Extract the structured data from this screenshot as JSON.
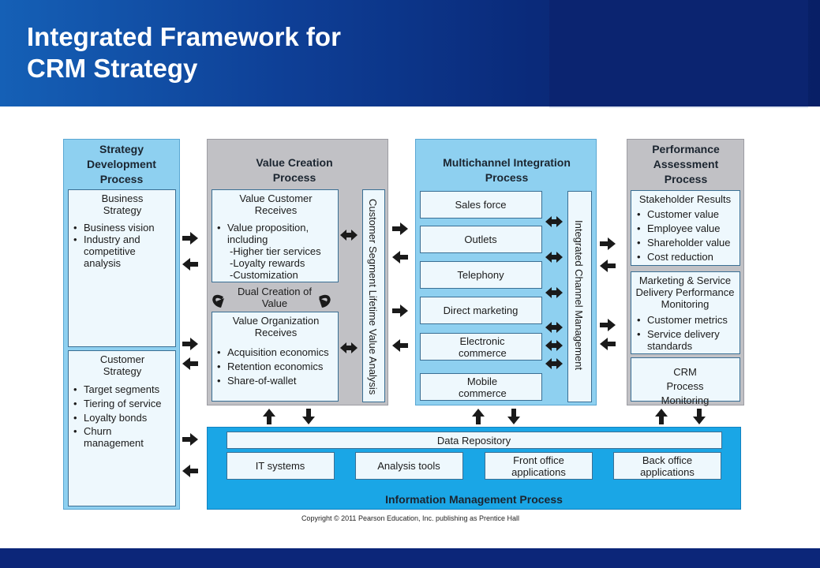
{
  "title_line1": "Integrated Framework for",
  "title_line2": "CRM Strategy",
  "strategy": {
    "heading": "Strategy Development Process",
    "business_title": "Business Strategy",
    "business_items": [
      "Business vision",
      "Industry and competitive analysis"
    ],
    "customer_title": "Customer Strategy",
    "customer_items": [
      "Target segments",
      "Tiering of service",
      "Loyalty bonds",
      "Churn management"
    ]
  },
  "value": {
    "heading": "Value Creation Process",
    "customer_receives_title": "Value Customer Receives",
    "customer_receives_item": "Value proposition, including",
    "customer_receives_sub": [
      "-Higher tier services",
      "-Loyalty rewards",
      "-Customization"
    ],
    "dual_creation": "Dual Creation of Value",
    "organization_title": "Value Organization Receives",
    "organization_items": [
      "Acquisition economics",
      "Retention economics",
      "Share-of-wallet"
    ],
    "vertical_label": "Customer Segment Lifetime Value Analysis"
  },
  "multichannel": {
    "heading": "Multichannel Integration Process",
    "channels": [
      "Sales force",
      "Outlets",
      "Telephony",
      "Direct marketing",
      "Electronic commerce",
      "Mobile commerce"
    ],
    "vertical_label": "Integrated Channel Management"
  },
  "performance": {
    "heading": "Performance Assessment Process",
    "stakeholder_title": "Stakeholder Results",
    "stakeholder_items": [
      "Customer value",
      "Employee value",
      "Shareholder value",
      "Cost reduction"
    ],
    "marketing_title": "Marketing & Service Delivery Performance Monitoring",
    "marketing_items": [
      "Customer metrics",
      "Service delivery standards"
    ],
    "crm_monitoring": "CRM Process Monitoring"
  },
  "information": {
    "heading": "Information Management Process",
    "data_repository": "Data Repository",
    "boxes": [
      "IT systems",
      "Analysis tools",
      "Front office applications",
      "Back office applications"
    ]
  },
  "copyright": "Copyright © 2011 Pearson Education, Inc. publishing as Prentice Hall",
  "colors": {
    "header_blue": "#0a2a7a",
    "process_light_blue": "#8ed0f0",
    "process_grey": "#c1c1c5",
    "information_blue": "#1aa6e6",
    "arrow": "#1a1a1a"
  }
}
